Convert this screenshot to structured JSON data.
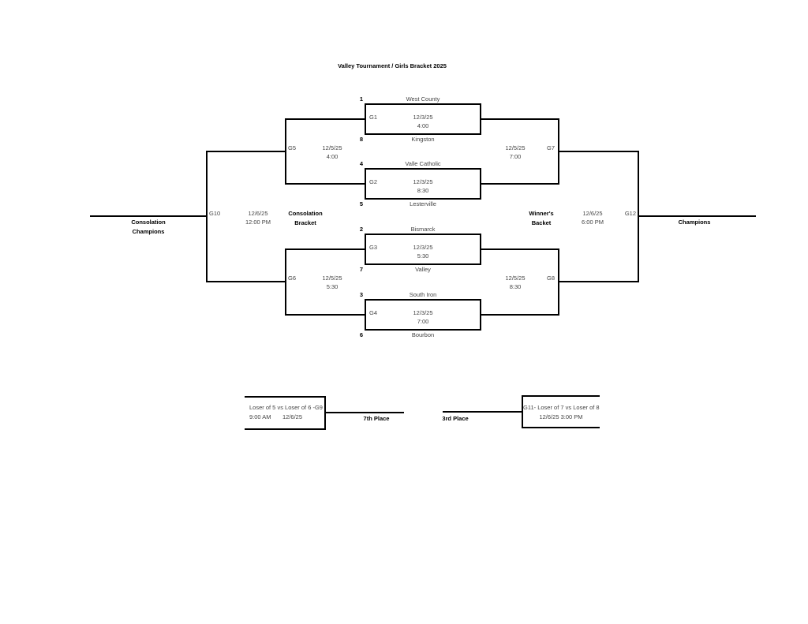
{
  "page": {
    "title": "Valley Tournament / Girls Bracket 2025",
    "line_color": "#000000",
    "background_color": "#ffffff"
  },
  "first_round": [
    {
      "seed_top": "1",
      "team_top": "West County",
      "label": "G1",
      "date": "12/3/25",
      "time": "4:00",
      "seed_bottom": "8",
      "team_bottom": "Kingston"
    },
    {
      "seed_top": "4",
      "team_top": "Valle Catholic",
      "label": "G2",
      "date": "12/3/25",
      "time": "8:30",
      "seed_bottom": "5",
      "team_bottom": "Lesterville"
    },
    {
      "seed_top": "2",
      "team_top": "Bismarck",
      "label": "G3",
      "date": "12/3/25",
      "time": "5:30",
      "seed_bottom": "7",
      "team_bottom": "Valley"
    },
    {
      "seed_top": "3",
      "team_top": "South Iron",
      "label": "G4",
      "date": "12/3/25",
      "time": "7:00",
      "seed_bottom": "6",
      "team_bottom": "Bourbon"
    }
  ],
  "consolation": {
    "g5": {
      "label": "G5",
      "date": "12/5/25",
      "time": "4:00"
    },
    "g6": {
      "label": "G6",
      "date": "12/5/25",
      "time": "5:30"
    },
    "final": {
      "label": "G10",
      "date": "12/6/25",
      "time": "12:00 PM"
    },
    "bracket_name": {
      "line1": "Consolation",
      "line2": "Bracket"
    },
    "champion": {
      "line1": "Consolation",
      "line2": "Champions"
    }
  },
  "winners": {
    "g7": {
      "label": "G7",
      "date": "12/5/25",
      "time": "7:00"
    },
    "g8": {
      "label": "G8",
      "date": "12/5/25",
      "time": "8:30"
    },
    "final": {
      "label": "G12",
      "date": "12/6/25",
      "time": "6:00 PM"
    },
    "bracket_name": {
      "line1": "Winner's",
      "line2": "Backet"
    },
    "champion": "Champions"
  },
  "seventh_place": {
    "matchup": "Loser of 5 vs Loser of 6 -G9",
    "time": "9:00 AM",
    "date": "12/6/25",
    "label": "7th Place"
  },
  "third_place": {
    "matchup": "G11- Loser of 7 vs Loser of 8",
    "datetime": "12/6/25  3:00 PM",
    "label": "3rd Place"
  }
}
